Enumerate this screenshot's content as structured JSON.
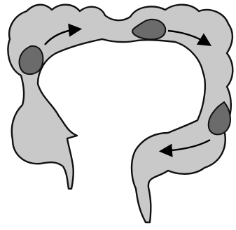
{
  "colors": {
    "background": "#ffffff",
    "colon_fill": "#c9c9c9",
    "outline": "#111111",
    "stool_fill": "#6b6b6b",
    "arrow": "#000000"
  },
  "diagram": {
    "structure": "colon-icon",
    "stool_mass_count": 3,
    "arrow_count": 3,
    "arrow_direction": "clockwise"
  }
}
